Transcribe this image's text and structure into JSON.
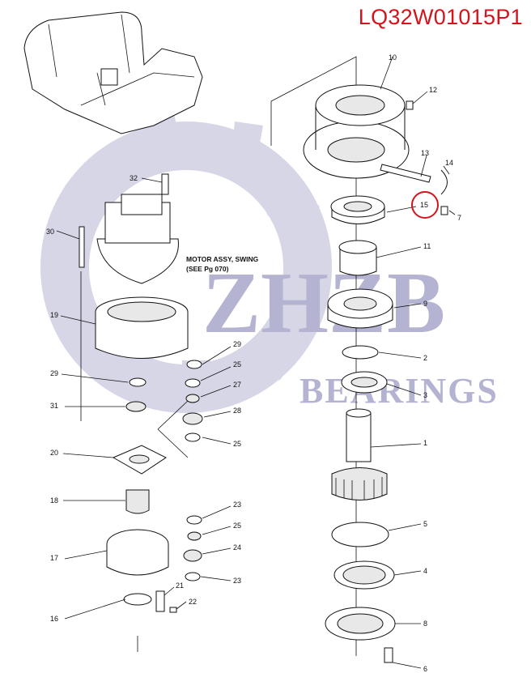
{
  "part_number": "LQ32W01015P1",
  "watermark": {
    "main": "ZHZB",
    "sub": "BEARINGS",
    "color": "#b4b4d2"
  },
  "note": {
    "line1": "MOTOR ASSY, SWING",
    "line2": "(SEE Pg  070)"
  },
  "callouts": [
    "10",
    "12",
    "13",
    "14",
    "15",
    "7",
    "32",
    "30",
    "11",
    "9",
    "19",
    "29",
    "25",
    "27",
    "2",
    "28",
    "3",
    "31",
    "20",
    "1",
    "18",
    "23",
    "5",
    "17",
    "24",
    "21",
    "4",
    "22",
    "16",
    "8",
    "6"
  ],
  "highlight": {
    "label": "15",
    "color": "#d4141c"
  }
}
